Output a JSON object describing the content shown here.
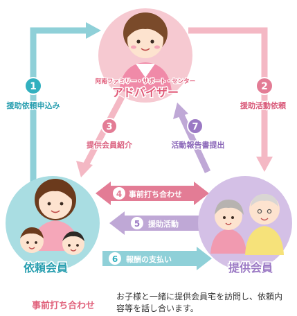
{
  "adviser": {
    "center_name": "阿南ファミリー・サポート・センター",
    "title": "アドバイザー"
  },
  "requester": {
    "title": "依頼会員"
  },
  "provider": {
    "title": "提供会員"
  },
  "steps": [
    {
      "number": "1",
      "label": "援助依頼申込み"
    },
    {
      "number": "2",
      "label": "援助活動依頼"
    },
    {
      "number": "3",
      "label": "提供会員紹介"
    },
    {
      "number": "4",
      "label": "事前打ち合わせ"
    },
    {
      "number": "5",
      "label": "援助活動"
    },
    {
      "number": "6",
      "label": "報酬の支払い"
    },
    {
      "number": "7",
      "label": "活動報告書提出"
    }
  ],
  "footnote": {
    "term": "事前打ち合わせ",
    "description": "お子様と一緒に提供会員宅を訪問し、依頼内容等を話し合います。"
  },
  "colors": {
    "pink": "#f4b8c4",
    "pink_dark": "#e37c95",
    "blue": "#8fd0d8",
    "blue_dark": "#32b0bf",
    "purple": "#bfa8d6",
    "purple_dark": "#9b79c4"
  }
}
